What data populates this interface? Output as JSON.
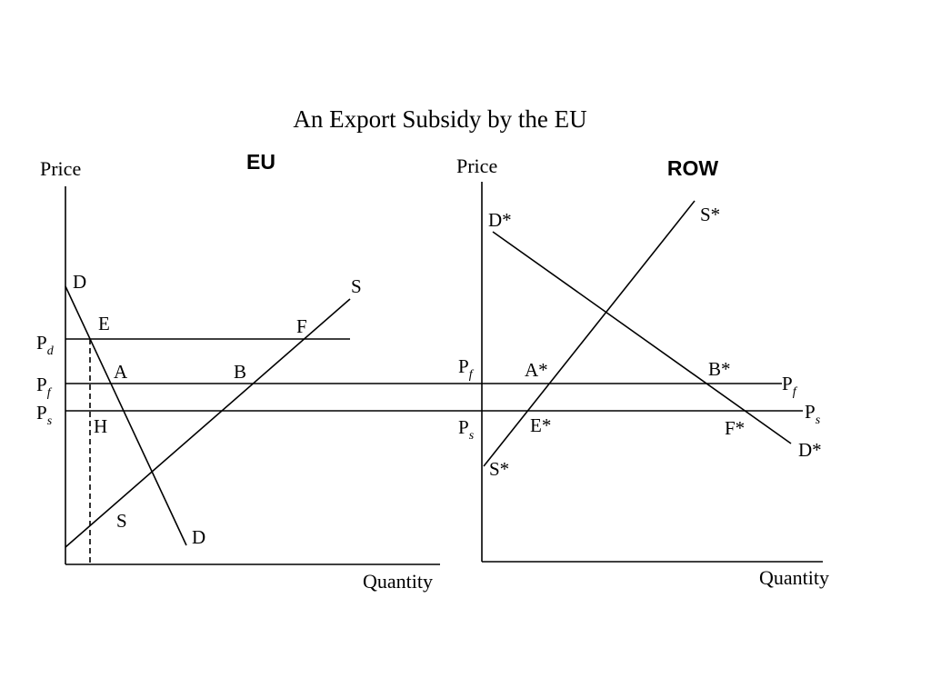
{
  "title": "An Export Subsidy by the EU",
  "panels": {
    "eu": {
      "name": "EU",
      "y_axis": "Price",
      "x_axis": "Quantity",
      "supply_curve": {
        "start": "S",
        "end": "S"
      },
      "demand_curve": {
        "start": "D",
        "end": "D"
      },
      "price_lines": {
        "pd": {
          "base": "P",
          "sub": "d"
        },
        "pf": {
          "base": "P",
          "sub": "f"
        },
        "ps": {
          "base": "P",
          "sub": "s"
        }
      },
      "points": {
        "e": "E",
        "f": "F",
        "a": "A",
        "b": "B",
        "h": "H"
      }
    },
    "row": {
      "name": "ROW",
      "y_axis": "Price",
      "x_axis": "Quantity",
      "supply_curve": {
        "start": "S*",
        "end": "S*"
      },
      "demand_curve": {
        "start": "D*",
        "end": "D*"
      },
      "price_lines": {
        "pf_left": {
          "base": "P",
          "sub": "f"
        },
        "ps_left": {
          "base": "P",
          "sub": "s"
        },
        "pf_right": {
          "base": "P",
          "sub": "f"
        },
        "ps_right": {
          "base": "P",
          "sub": "s"
        }
      },
      "points": {
        "a": "A*",
        "b": "B*",
        "e": "E*",
        "f": "F*"
      }
    }
  }
}
